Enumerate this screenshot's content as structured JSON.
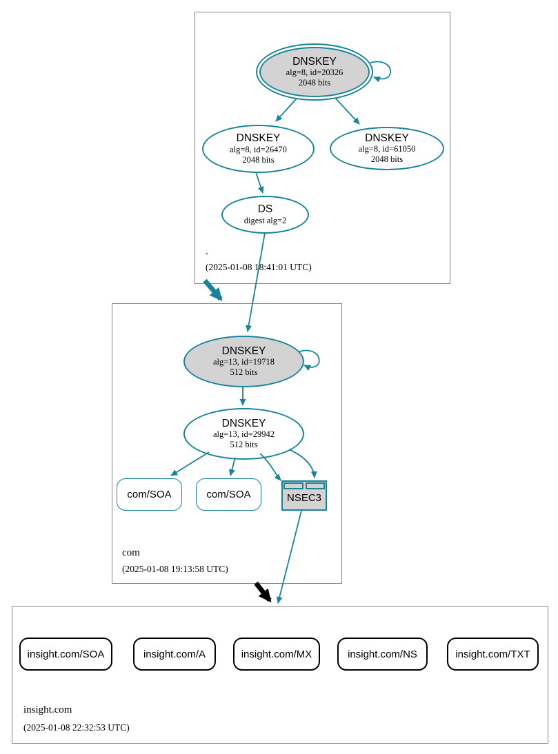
{
  "colors": {
    "edge": "#17849b",
    "blackedge": "#000000",
    "nodefill": "#d3d3d3",
    "boxborder": "#848484",
    "nodebg": "#ffffff"
  },
  "zones": {
    "root": {
      "label": ".",
      "timestamp": "(2025-01-08 18:41:01 UTC)",
      "ksk": {
        "title": "DNSKEY",
        "detail1": "alg=8, id=20326",
        "detail2": "2048 bits"
      },
      "zsk": {
        "title": "DNSKEY",
        "detail1": "alg=8, id=26470",
        "detail2": "2048 bits"
      },
      "dnskey3": {
        "title": "DNSKEY",
        "detail1": "alg=8, id=61050",
        "detail2": "2048 bits"
      },
      "ds": {
        "title": "DS",
        "detail1": "digest alg=2"
      }
    },
    "com": {
      "label": "com",
      "timestamp": "(2025-01-08 19:13:58 UTC)",
      "ksk": {
        "title": "DNSKEY",
        "detail1": "alg=13, id=19718",
        "detail2": "512 bits"
      },
      "zsk": {
        "title": "DNSKEY",
        "detail1": "alg=13, id=29942",
        "detail2": "512 bits"
      },
      "soa1": {
        "label": "com/SOA"
      },
      "soa2": {
        "label": "com/SOA"
      },
      "nsec3": {
        "label": "NSEC3"
      }
    },
    "insight": {
      "label": "insight.com",
      "timestamp": "(2025-01-08 22:32:53 UTC)",
      "rrsets": [
        {
          "label": "insight.com/SOA"
        },
        {
          "label": "insight.com/A"
        },
        {
          "label": "insight.com/MX"
        },
        {
          "label": "insight.com/NS"
        },
        {
          "label": "insight.com/TXT"
        }
      ]
    }
  }
}
